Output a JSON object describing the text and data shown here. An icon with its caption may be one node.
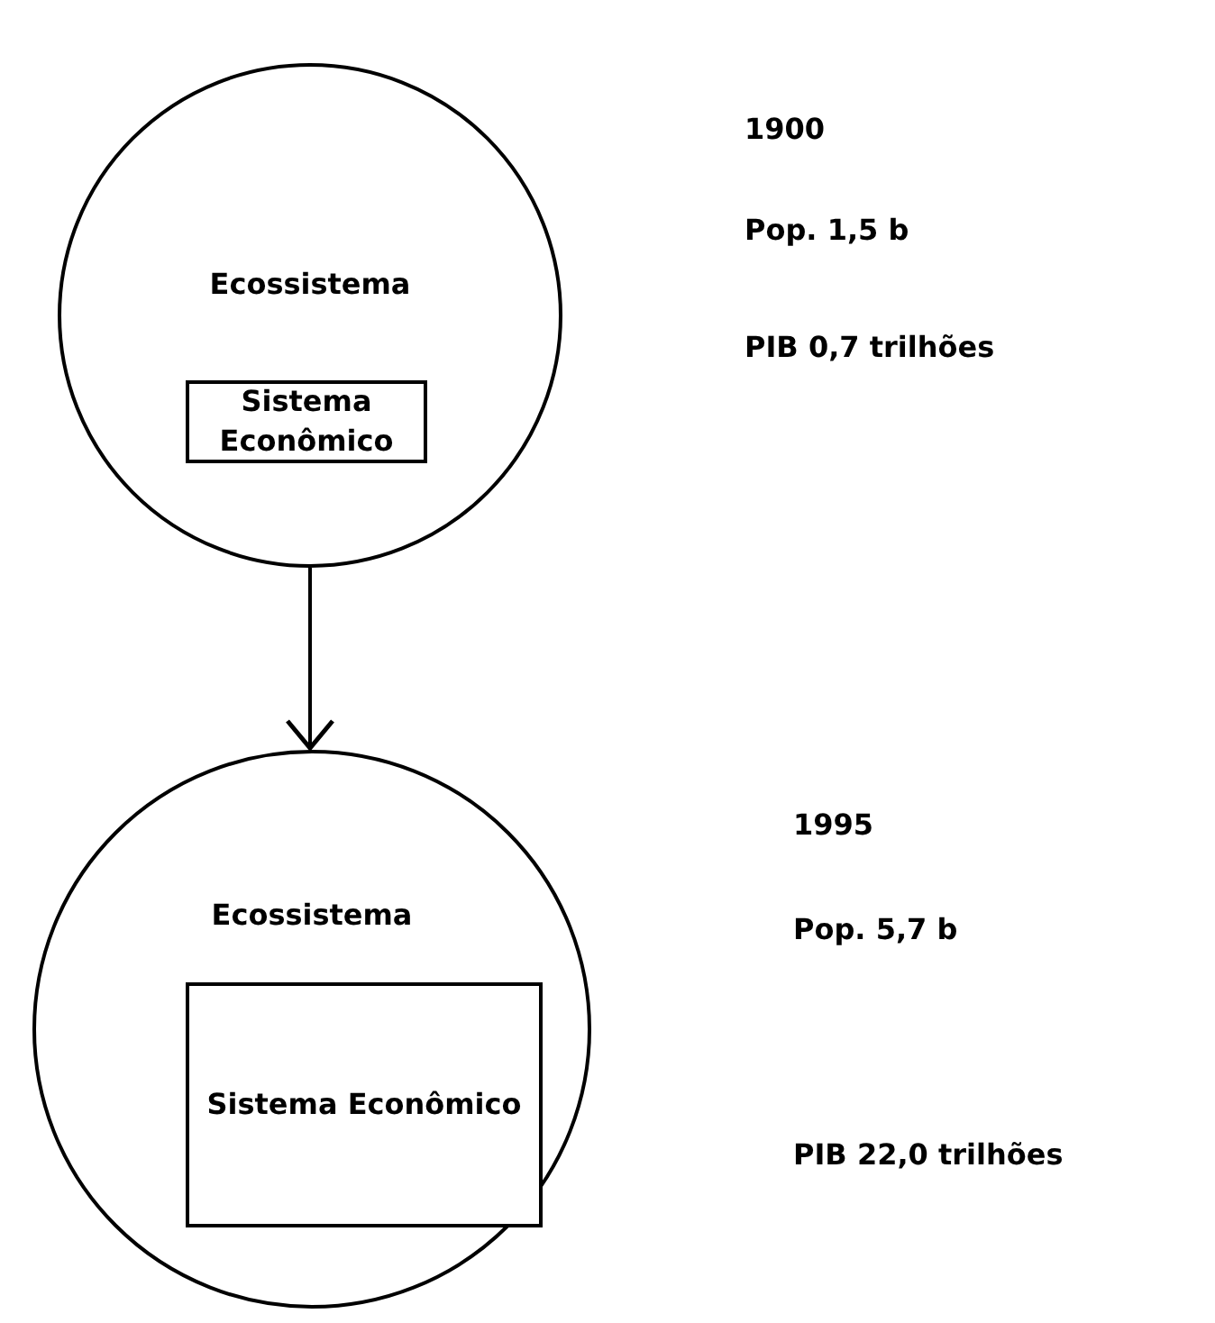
{
  "diagram": {
    "nodes": [
      {
        "text": [
          "Ecossistema"
        ]
      },
      {
        "text": [
          "Sistema Econômico"
        ],
        "in": 0
      },
      {
        "text": [
          "Ecossistema"
        ]
      },
      {
        "text": [
          "Sistema Econômico"
        ],
        "in": 2
      }
    ],
    "edges": [
      {
        "from": 0,
        "to": 2,
        "arrow": "to"
      }
    ],
    "labels": [
      "1900",
      "Pop. 1,5 b",
      "PIB 0,7 trilhões",
      "1995",
      "Pop. 5,7 b",
      "PIB 22,0 trilhões"
    ]
  }
}
